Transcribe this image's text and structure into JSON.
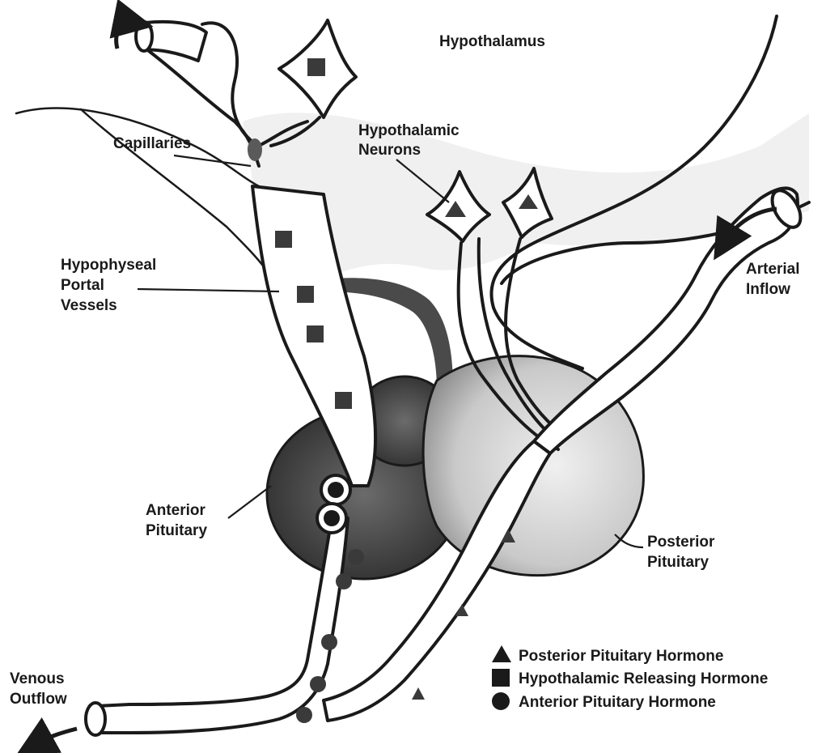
{
  "labels": {
    "hypothalamus": "Hypothalamus",
    "capillaries": "Capillaries",
    "hypothalamic_neurons": [
      "Hypothalamic",
      "Neurons"
    ],
    "portal_vessels": [
      "Hypophyseal",
      "Portal",
      "Vessels"
    ],
    "arterial_inflow": [
      "Arterial",
      "Inflow"
    ],
    "anterior_pituitary": [
      "Anterior",
      "Pituitary"
    ],
    "posterior_pituitary": [
      "Posterior",
      "Pituitary"
    ],
    "venous_outflow": [
      "Venous",
      "Outflow"
    ]
  },
  "legend": [
    {
      "symbol": "triangle",
      "text": "Posterior Pituitary Hormone"
    },
    {
      "symbol": "square",
      "text": "Hypothalamic Releasing Hormone"
    },
    {
      "symbol": "circle",
      "text": "Anterior Pituitary Hormone"
    }
  ]
}
